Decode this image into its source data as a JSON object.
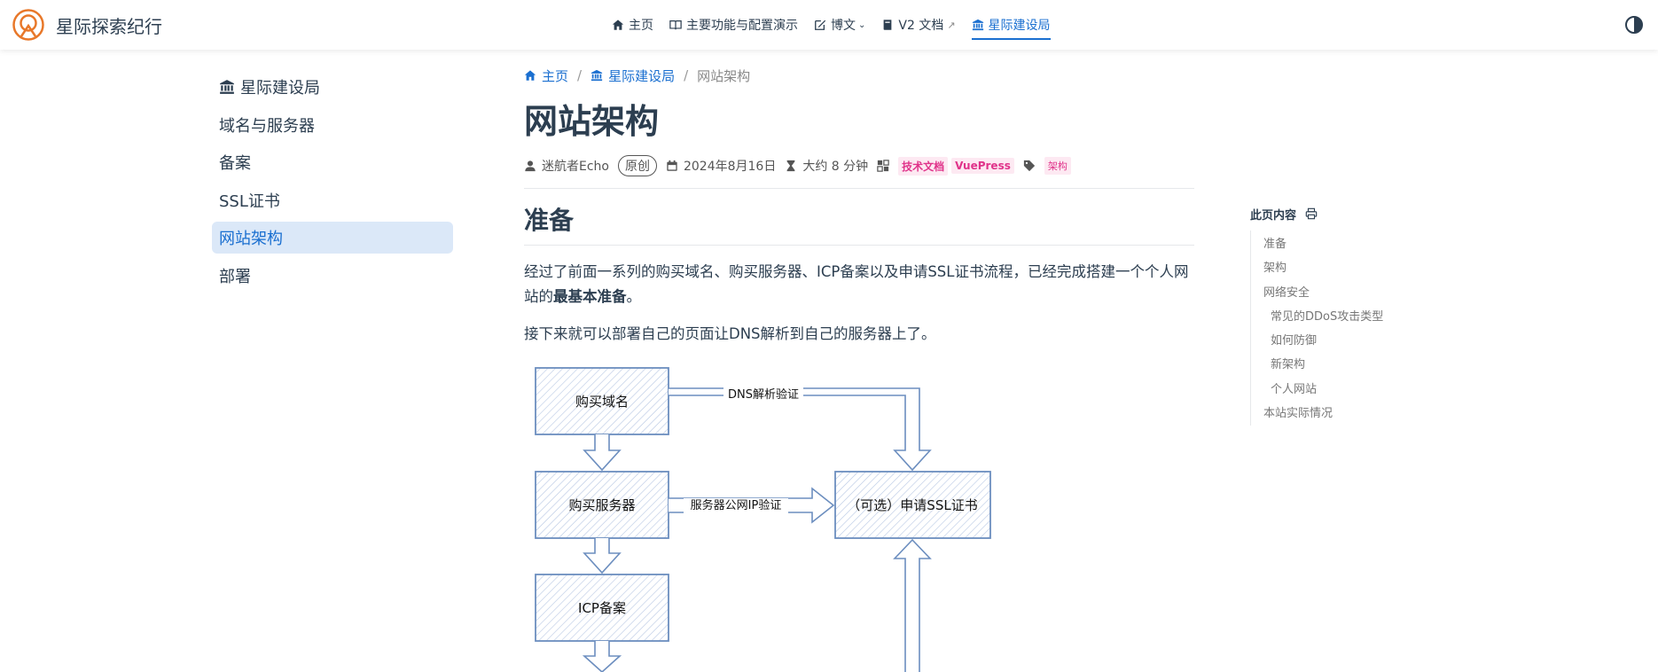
{
  "brand": {
    "name": "星际探索纪行",
    "accent_color": "#e8782a"
  },
  "nav": {
    "items": [
      {
        "label": "主页",
        "icon": "home-icon"
      },
      {
        "label": "主要功能与配置演示",
        "icon": "book-open-icon"
      },
      {
        "label": "博文",
        "icon": "edit-icon",
        "caret": "⌄"
      },
      {
        "label": "V2 文档",
        "icon": "book-icon",
        "ext": "↗"
      },
      {
        "label": "星际建设局",
        "icon": "bank-icon",
        "active": true
      }
    ],
    "active_color": "#1a6fd0"
  },
  "sidebar": {
    "items": [
      {
        "label": "星际建设局",
        "icon": "bank-icon"
      },
      {
        "label": "域名与服务器"
      },
      {
        "label": "备案"
      },
      {
        "label": "SSL证书"
      },
      {
        "label": "网站架构",
        "active": true
      },
      {
        "label": "部署"
      }
    ]
  },
  "breadcrumb": {
    "home": "主页",
    "section": "星际建设局",
    "current": "网站架构",
    "sep": "/"
  },
  "page": {
    "title": "网站架构",
    "meta": {
      "author": "迷航者Echo",
      "original": "原创",
      "date": "2024年8月16日",
      "reading_time": "大约 8 分钟",
      "categories": [
        "技术文档",
        "VuePress"
      ],
      "tags": [
        "架构"
      ]
    },
    "section_heading": "准备",
    "para1_pre": "经过了前面一系列的购买域名、购买服务器、ICP备案以及申请SSL证书流程，已经完成搭建一个个人网站的",
    "para1_bold": "最基本准备",
    "para1_post": "。",
    "para2": "接下来就可以部署自己的页面让DNS解析到自己的服务器上了。"
  },
  "diagram": {
    "boxes": {
      "buy_domain": "购买域名",
      "buy_server": "购买服务器",
      "icp": "ICP备案",
      "ssl": "（可选）申请SSL证书"
    },
    "edges": {
      "dns": "DNS解析验证",
      "server_ip": "服务器公网IP验证"
    },
    "stroke_color": "#6c8ebf",
    "hatch_color": "#b7c7e3"
  },
  "toc": {
    "title": "此页内容",
    "items": [
      {
        "label": "准备"
      },
      {
        "label": "架构"
      },
      {
        "label": "网络安全"
      },
      {
        "label": "常见的DDoS攻击类型",
        "sub": true
      },
      {
        "label": "如何防御",
        "sub": true
      },
      {
        "label": "新架构",
        "sub": true
      },
      {
        "label": "个人网站",
        "sub": true
      },
      {
        "label": "本站实际情况"
      }
    ]
  }
}
